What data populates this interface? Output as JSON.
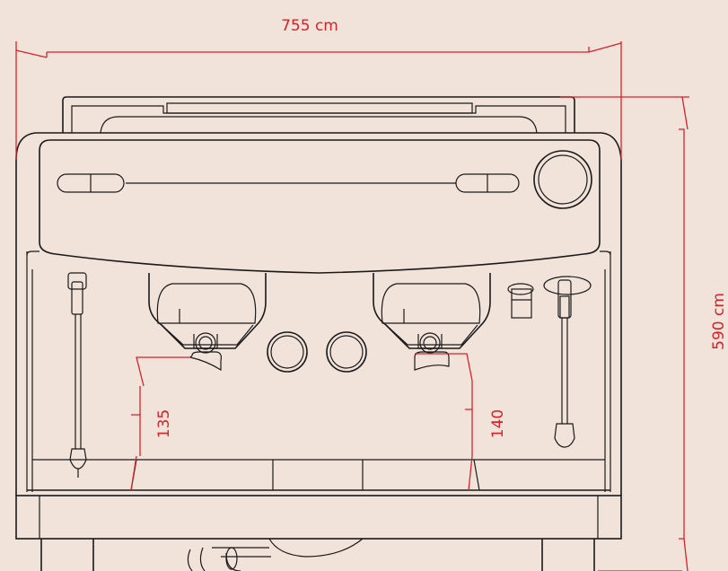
{
  "colors": {
    "background": "#f1e3da",
    "dimension": "#d6232b",
    "drawing": "#1a1a1a"
  },
  "dimensions": {
    "width": "755 cm",
    "height": "590 cm",
    "left_clearance": "135",
    "right_clearance": "140"
  }
}
